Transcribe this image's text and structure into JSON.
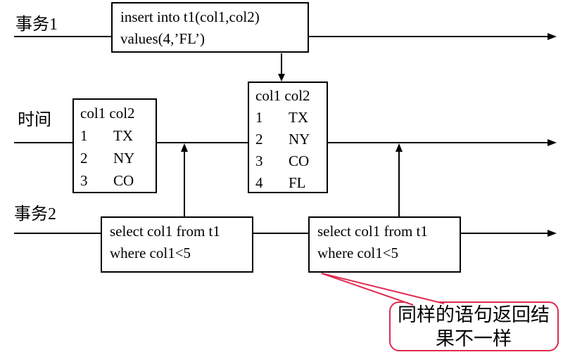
{
  "colors": {
    "line": "#000000",
    "callout_border": "#e02a50",
    "background": "#ffffff"
  },
  "lanes": [
    {
      "label": "事务1"
    },
    {
      "label": "时间"
    },
    {
      "label": "事务2"
    }
  ],
  "statements": {
    "insert": {
      "line1": "insert into t1(col1,col2)",
      "line2": "values(4,’FL’)"
    },
    "select1": {
      "line1": "select col1 from t1",
      "line2": "where col1<5"
    },
    "select2": {
      "line1": "select col1 from t1",
      "line2": "where col1<5"
    }
  },
  "tables": {
    "before": {
      "header": "col1 col2",
      "rows": [
        [
          "1",
          "TX"
        ],
        [
          "2",
          "NY"
        ],
        [
          "3",
          "CO"
        ]
      ]
    },
    "after": {
      "header": "col1 col2",
      "rows": [
        [
          "1",
          "TX"
        ],
        [
          "2",
          "NY"
        ],
        [
          "3",
          "CO"
        ],
        [
          "4",
          "FL"
        ]
      ]
    }
  },
  "callout": {
    "lines": [
      "同样的语句返回结",
      "果不一样"
    ]
  }
}
